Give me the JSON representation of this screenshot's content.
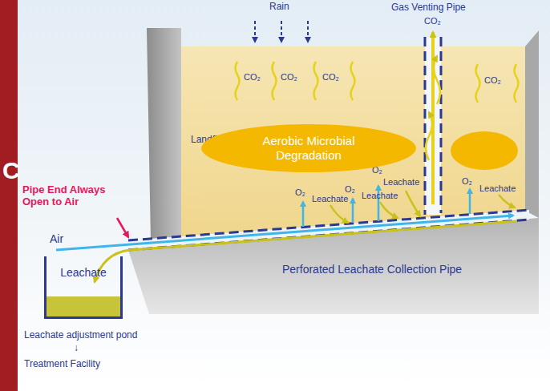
{
  "diagram": {
    "nodes": [
      {
        "text": [
          "Aerobic Microbial Degradation"
        ]
      },
      {
        "text": [
          "Leachate"
        ]
      }
    ],
    "labels": [
      "Rain",
      "Gas Venting Pipe",
      "CO₂",
      "CO₂",
      "CO₂",
      "CO₂",
      "CO₂",
      "Landfill",
      "O₂",
      "Leachate",
      "O₂",
      "Leachate",
      "O₂",
      "Leachate",
      "O₂",
      "Leachate",
      "Pipe End Always Open to Air",
      "Air",
      "Perforated Leachate Collection Pipe",
      "Leachate adjustment pond",
      "↓",
      "Treatment Facility",
      "C"
    ]
  }
}
